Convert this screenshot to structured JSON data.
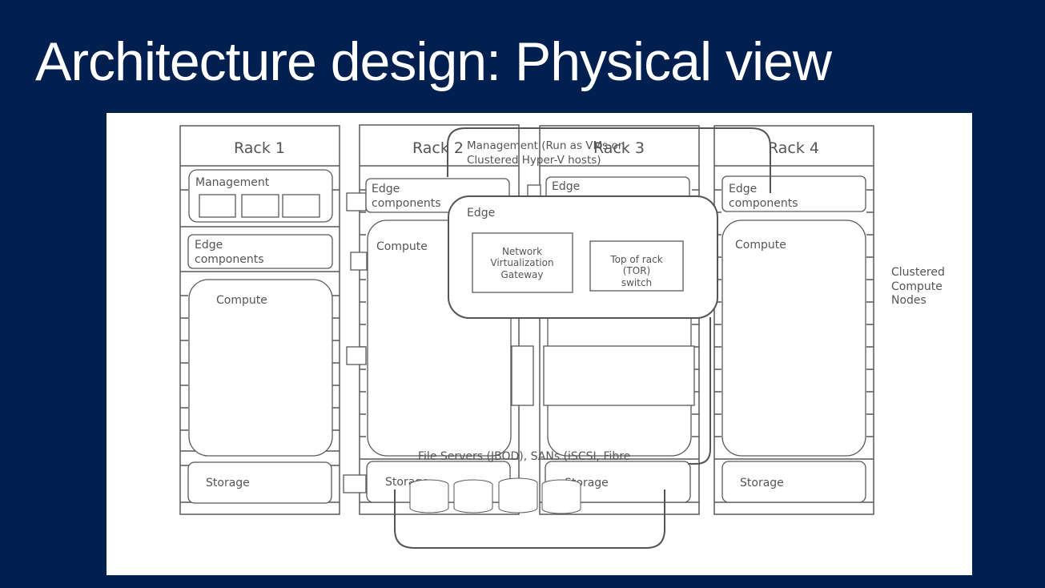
{
  "title": "Architecture design: Physical view",
  "racks": [
    {
      "label": "Rack 1",
      "storage": "Storage",
      "compute": "Compute",
      "edge": [
        "Edge",
        "components"
      ]
    },
    {
      "label": "Rack 2",
      "storage": "Storage",
      "compute": "Compute",
      "edge": [
        "Edge",
        "components"
      ]
    },
    {
      "label": "Rack 3",
      "storage": "Storage",
      "edge": [
        "Edge"
      ]
    },
    {
      "label": "Rack 4",
      "storage": "Storage",
      "compute": "Compute",
      "edge": [
        "Edge",
        "components"
      ]
    }
  ],
  "management": {
    "label": "Management",
    "callout": [
      "Management (Run as VMs on",
      "Clustered Hyper-V hosts)"
    ]
  },
  "edge_popup": {
    "label": "Edge",
    "gateway": [
      "Network",
      "Virtualization",
      "Gateway"
    ],
    "tor": [
      "Top of rack",
      "(TOR)",
      "switch"
    ]
  },
  "clustered_label": [
    "Clustered",
    "Compute",
    "Nodes"
  ],
  "storage_callout": "File Servers (JBOD), SANs (iSCSI, Fibre"
}
